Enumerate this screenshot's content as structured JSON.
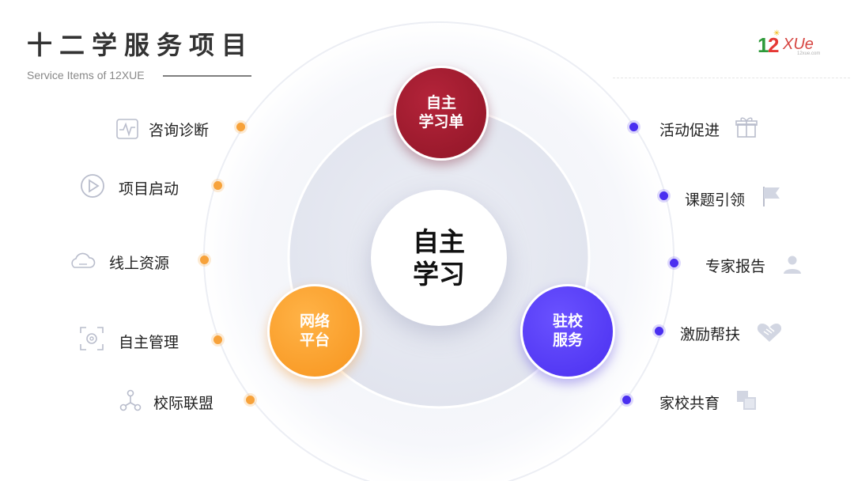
{
  "header": {
    "title": "十二学服务项目",
    "subtitle": "Service Items of 12XUE"
  },
  "logo": {
    "digit1": "1",
    "digit2": "2",
    "text": "XUe",
    "small": "12xue.com"
  },
  "center": {
    "label": "自主\n学习"
  },
  "nodes": {
    "top": {
      "label": "自主\n学习单",
      "color": "#9c1a2e"
    },
    "left": {
      "label": "网络\n平台",
      "color": "#f7a23a"
    },
    "right": {
      "label": "驻校\n服务",
      "color": "#4a2ff0"
    }
  },
  "left_items": [
    {
      "label": "咨询诊断",
      "icon": "pulse-monitor-icon"
    },
    {
      "label": "项目启动",
      "icon": "play-circle-icon"
    },
    {
      "label": "线上资源",
      "icon": "cloud-icon"
    },
    {
      "label": "自主管理",
      "icon": "gear-frame-icon"
    },
    {
      "label": "校际联盟",
      "icon": "network-nodes-icon"
    }
  ],
  "right_items": [
    {
      "label": "活动促进",
      "icon": "gift-icon"
    },
    {
      "label": "课题引领",
      "icon": "flag-icon"
    },
    {
      "label": "专家报告",
      "icon": "person-icon"
    },
    {
      "label": "激励帮扶",
      "icon": "handshake-icon"
    },
    {
      "label": "家校共育",
      "icon": "overlap-squares-icon"
    }
  ],
  "colors": {
    "left_dot": "#f7a23a",
    "right_dot": "#4a2ff0",
    "icon_gray": "#b9bdcc"
  }
}
